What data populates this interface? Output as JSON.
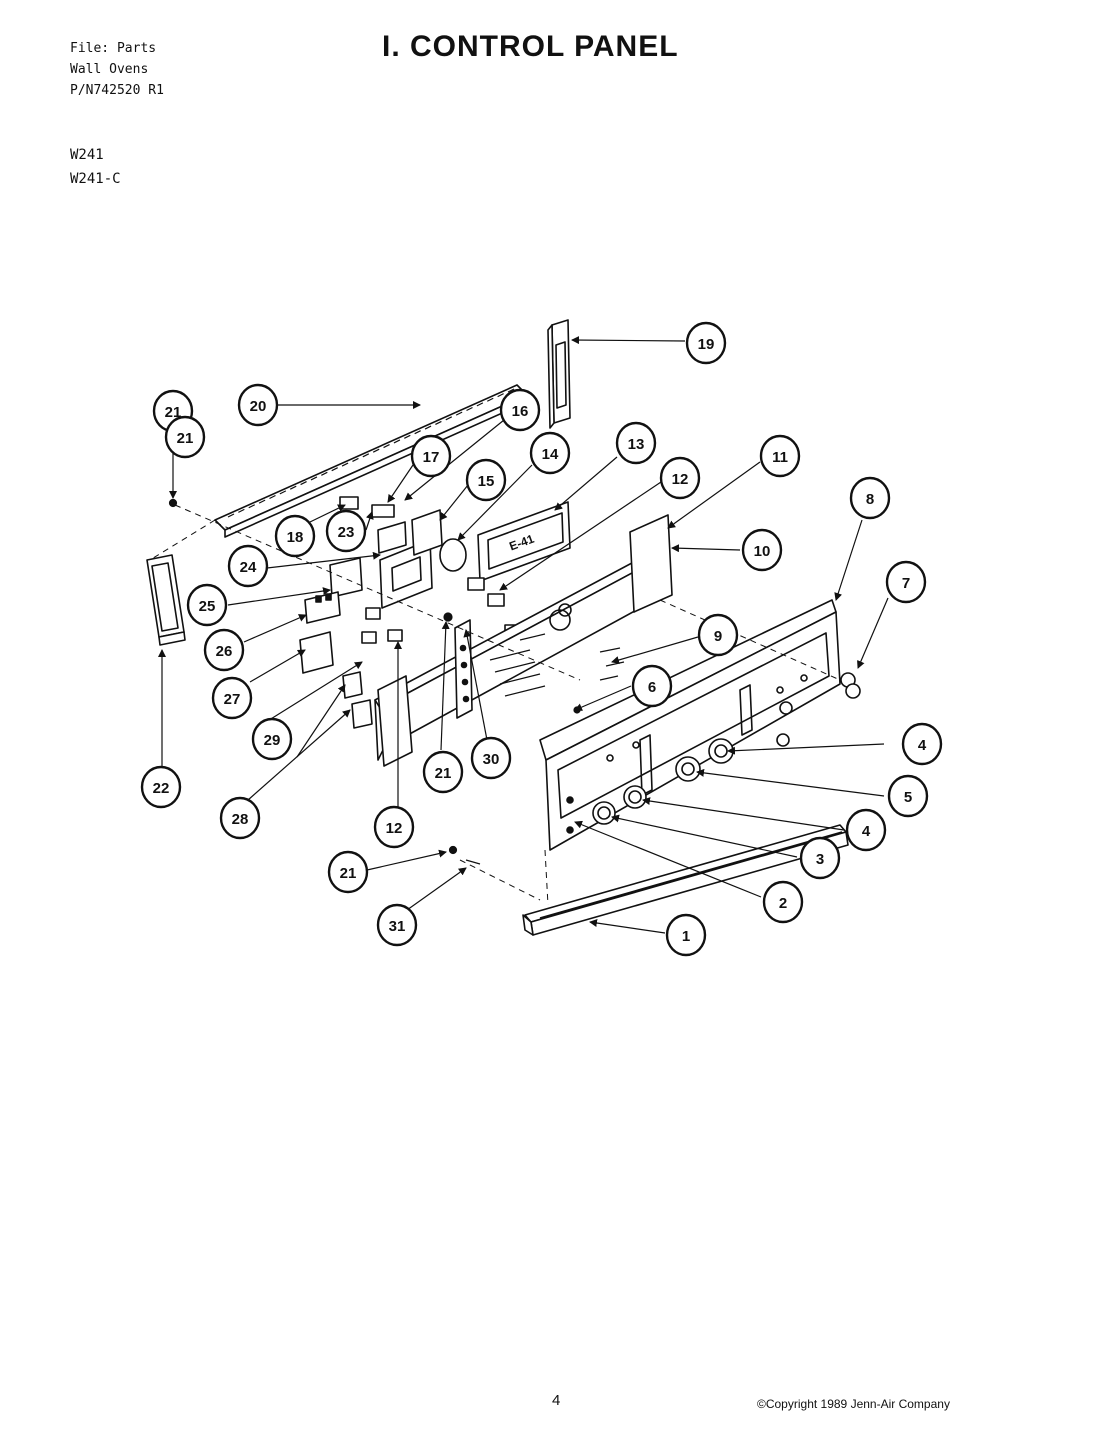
{
  "header": {
    "line1": "File: Parts",
    "line2": "Wall Ovens",
    "line3": "P/N742520 R1"
  },
  "models": [
    "W241",
    "W241-C"
  ],
  "title": "I. CONTROL PANEL",
  "display_text": "E-41",
  "callouts": [
    "1",
    "2",
    "3",
    "4",
    "4",
    "5",
    "6",
    "7",
    "8",
    "9",
    "10",
    "11",
    "12",
    "12",
    "13",
    "14",
    "15",
    "16",
    "17",
    "18",
    "19",
    "20",
    "21",
    "21",
    "21",
    "21",
    "22",
    "23",
    "24",
    "25",
    "26",
    "27",
    "28",
    "29",
    "30",
    "31"
  ],
  "footer": {
    "page_number": "4",
    "copyright": "©Copyright 1989 Jenn-Air Company"
  }
}
